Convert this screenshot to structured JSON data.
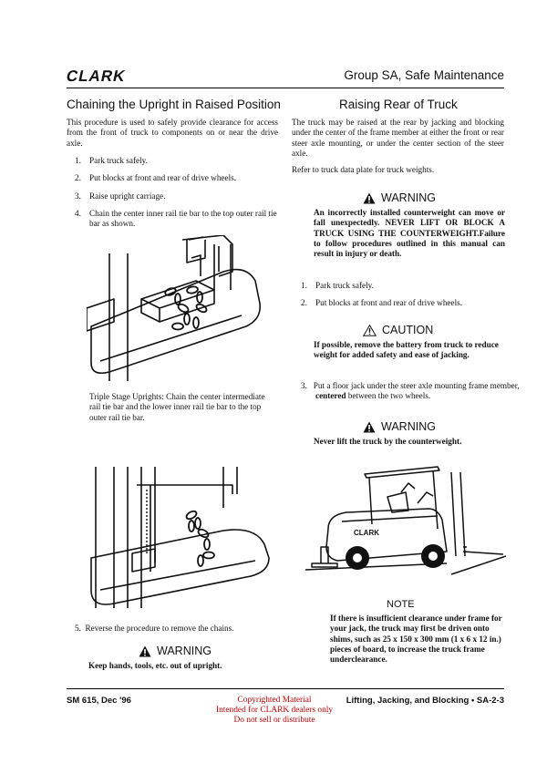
{
  "header": {
    "logo": "CLARK",
    "group_title": "Group SA, Safe Maintenance"
  },
  "left": {
    "title": "Chaining the Upright in Raised Position",
    "intro": "This procedure is used to safely provide clearance for access from the front of truck to components on or near the drive axle.",
    "steps": [
      {
        "num": "1.",
        "text": "Park truck safely."
      },
      {
        "num": "2.",
        "text": "Put blocks at front and rear of drive wheels."
      },
      {
        "num": "3.",
        "text": "Raise upright carriage."
      },
      {
        "num": "4.",
        "text": "Chain the center inner rail tie bar to the top outer rail tie bar as shown."
      }
    ],
    "triple_stage": "Triple Stage Uprights: Chain the center intermediate rail tie bar and the lower inner rail tie bar to the top outer rail tie bar.",
    "step5": {
      "num": "5.",
      "text": "Reverse the procedure to remove the chains."
    },
    "warning_label": "WARNING",
    "warning_text": "Keep hands, tools, etc. out of upright."
  },
  "right": {
    "title": "Raising Rear of Truck",
    "intro": "The truck may be raised at the rear by jacking and blocking under the center of the frame member at either the front or rear steer axle mounting, or under the center section of the steer axle.",
    "refer": "Refer to truck data plate for truck weights.",
    "warning1_label": "WARNING",
    "warning1_text": "An incorrectly installed counterweight can move or fall unexpectedly. NEVER LIFT OR BLOCK A TRUCK USING THE COUNTERWEIGHT.Failure to follow procedures outlined in this manual can result in injury or death.",
    "steps": [
      {
        "num": "1.",
        "text": "Park truck safely."
      },
      {
        "num": "2.",
        "text": "Put blocks at front and rear of drive wheels."
      }
    ],
    "caution_label": "CAUTION",
    "caution_text": "If possible, remove the battery from truck to reduce weight for added safety and ease of jacking.",
    "step3": {
      "num": "3.",
      "text_before": "Put a floor jack under the steer axle mounting frame member, ",
      "text_bold": "centered",
      "text_after": " between the two wheels."
    },
    "warning2_label": "WARNING",
    "warning2_text": "Never lift the truck by the counterweight.",
    "truck_brand": "CLARK",
    "note_label": "NOTE",
    "note_text": "If there is insufficient clearance under frame for your jack, the truck may first be driven onto shims, such as 25 x 150 x 300 mm (1 x 6 x 12 in.) pieces of board, to increase the truck frame underclearance."
  },
  "footer": {
    "left": "SM 615, Dec '96",
    "copyright_lines": [
      "Copyrighted Material",
      "Intended for CLARK dealers only",
      "Do not sell or distribute"
    ],
    "right": "Lifting, Jacking, and Blocking  •  SA-2-3"
  }
}
